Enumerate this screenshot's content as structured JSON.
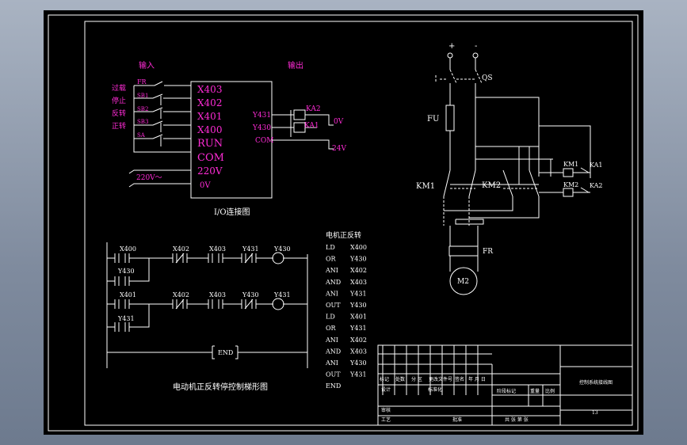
{
  "io": {
    "input_header": "输入",
    "output_header": "输出",
    "left_labels": [
      "过载",
      "停止",
      "反转",
      "正转"
    ],
    "switches": [
      "FR",
      "SB1",
      "SB2",
      "SB3",
      "SA"
    ],
    "plc_inputs": [
      "X403",
      "X402",
      "X401",
      "X400",
      "RUN",
      "COM",
      "220V",
      "0V"
    ],
    "plc_outputs": [
      "Y431",
      "Y430",
      "COM"
    ],
    "coils": [
      "KA2",
      "KA1"
    ],
    "out_voltages": [
      "0V",
      "24V"
    ],
    "supply": "220V～",
    "caption": "I/O连接图"
  },
  "ladder": {
    "rung1": {
      "c1": "X400",
      "c1b": "Y430",
      "c2": "X402",
      "c3": "X403",
      "c4": "Y431",
      "coil": "Y430"
    },
    "rung2": {
      "c1": "X401",
      "c1b": "Y431",
      "c2": "X402",
      "c3": "X403",
      "c4": "Y430",
      "coil": "Y431"
    },
    "end": "END",
    "caption": "电动机正反转停控制梯形图"
  },
  "program": {
    "title": "电机正反转",
    "rows": [
      [
        "LD",
        "X400"
      ],
      [
        "OR",
        "Y430"
      ],
      [
        "ANI",
        "X402"
      ],
      [
        "AND",
        "X403"
      ],
      [
        "ANI",
        "Y431"
      ],
      [
        "OUT",
        "Y430"
      ],
      [
        "LD",
        "X401"
      ],
      [
        "OR",
        "Y431"
      ],
      [
        "ANI",
        "X402"
      ],
      [
        "AND",
        "X403"
      ],
      [
        "ANI",
        "Y430"
      ],
      [
        "OUT",
        "Y431"
      ],
      [
        "END",
        ""
      ]
    ]
  },
  "main_circuit": {
    "plus": "+",
    "minus": "-",
    "qs": "QS",
    "fu": "FU",
    "km1": "KM1",
    "km2": "KM2",
    "fr": "FR",
    "motor": "M2",
    "ctrl": [
      "KM1",
      "KA1",
      "KM2",
      "KA2"
    ]
  },
  "title_block": {
    "row1": [
      "标记",
      "处数",
      "分 区",
      "更改文件号",
      "签名",
      "年 月 日"
    ],
    "design": "设计",
    "std": "标准化",
    "stage": "阶段标记",
    "weight": "重量",
    "scale": "比例",
    "review": "审核",
    "process": "工艺",
    "approve": "批准",
    "sheets": "共 张   第 张",
    "drawing_title": "控制系统接线图",
    "drawing_no": "13"
  }
}
